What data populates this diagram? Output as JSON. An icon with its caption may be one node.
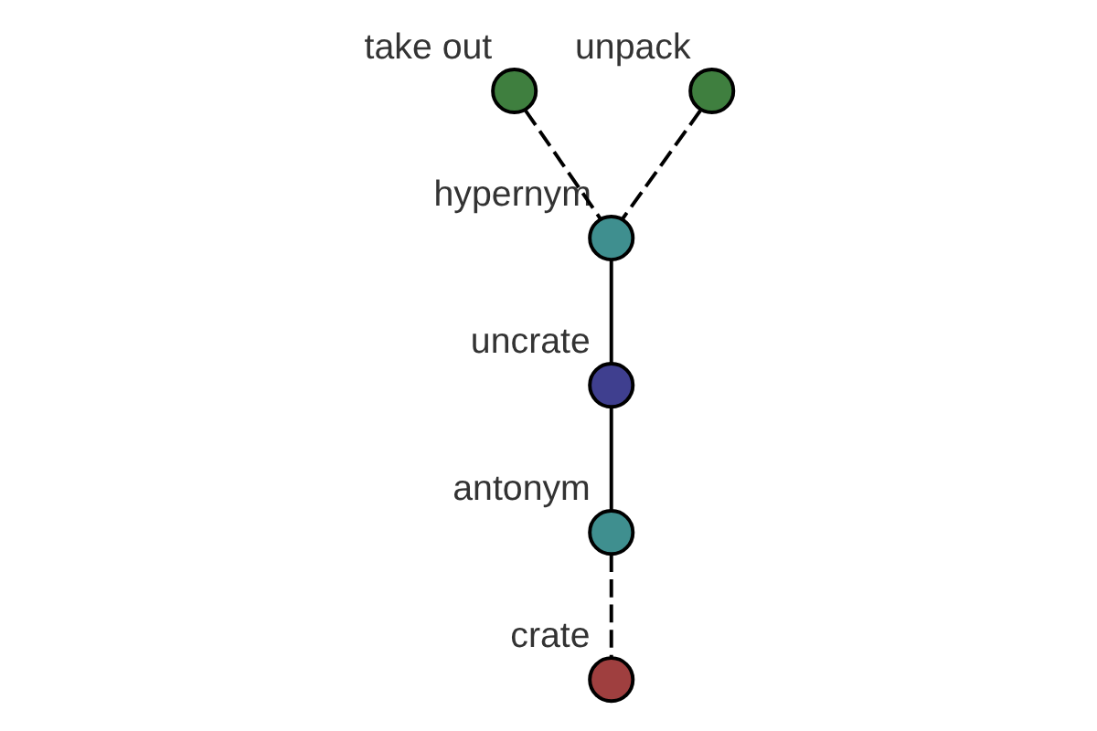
{
  "diagram": {
    "nodes": [
      {
        "text": [
          "take out"
        ]
      },
      {
        "text": [
          "unpack"
        ]
      },
      {
        "text": [
          "hypernym"
        ]
      },
      {
        "text": [
          "uncrate"
        ]
      },
      {
        "text": [
          "antonym"
        ]
      },
      {
        "text": [
          "crate"
        ]
      }
    ],
    "edges": [
      {
        "from": 0,
        "to": 2,
        "arrow": "none",
        "style": "dashed"
      },
      {
        "from": 1,
        "to": 2,
        "arrow": "none",
        "style": "dashed"
      },
      {
        "from": 2,
        "to": 3,
        "arrow": "none"
      },
      {
        "from": 3,
        "to": 4,
        "arrow": "none"
      },
      {
        "from": 4,
        "to": 5,
        "arrow": "none",
        "style": "dashed"
      }
    ]
  }
}
